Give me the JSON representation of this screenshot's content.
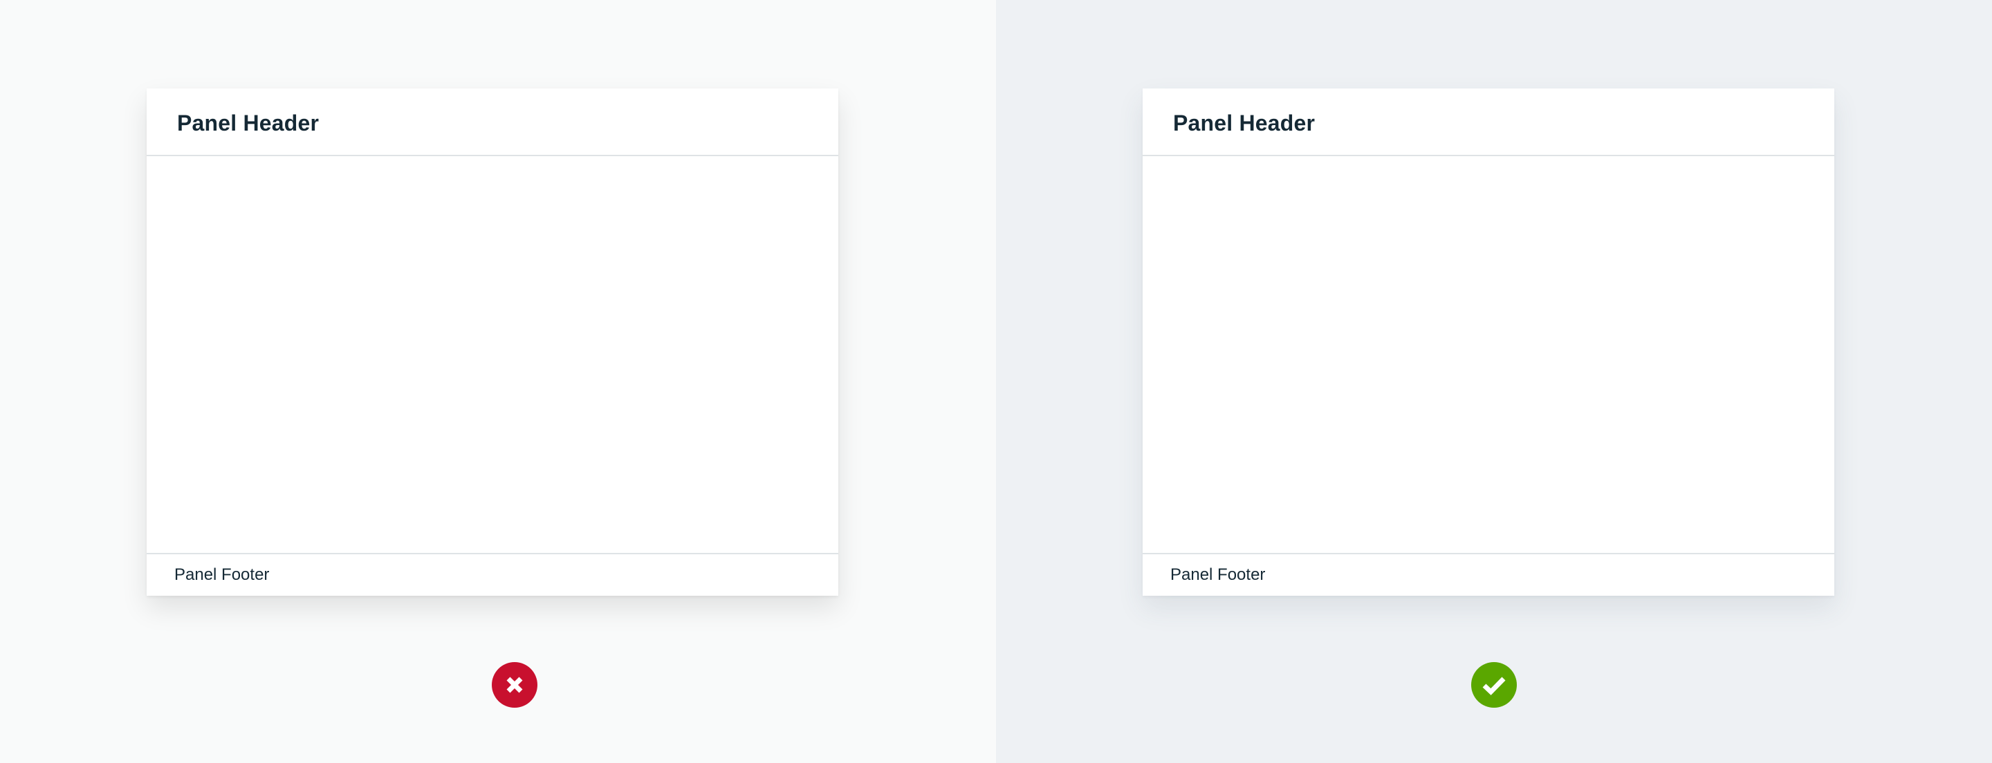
{
  "examples": [
    {
      "verdict": "incorrect",
      "verdict_icon": "x-circle-icon",
      "background": "#f9fafa",
      "shadow_color": "#000000",
      "icon_color": "#c8102e",
      "panel": {
        "header": "Panel Header",
        "footer": "Panel Footer"
      }
    },
    {
      "verdict": "correct",
      "verdict_icon": "check-circle-icon",
      "background": "#eef1f4",
      "shadow_color": "#3c4b64",
      "icon_color": "#5aa700",
      "panel": {
        "header": "Panel Header",
        "footer": "Panel Footer"
      }
    }
  ]
}
